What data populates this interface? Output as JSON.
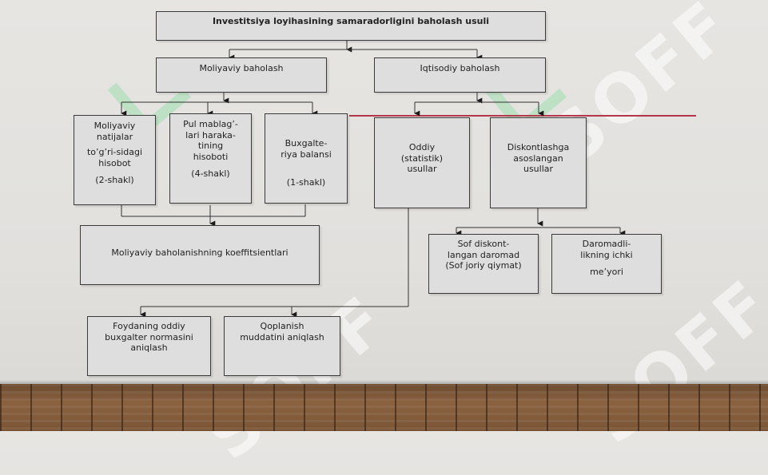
{
  "title": "Investitsiya loyihasining samaradorligini baholash usuli",
  "level1": {
    "financial": "Moliyaviy baholash",
    "economic": "Iqtisodiy baholash"
  },
  "financial_reports": [
    {
      "lines": [
        "Moliyaviy",
        "natijalar",
        "to’g’ri-sidagi",
        "hisobot",
        "(2-shakl)"
      ]
    },
    {
      "lines": [
        "Pul mablag’-",
        "lari haraka-",
        "tining",
        "hisoboti",
        "(4-shakl)"
      ]
    },
    {
      "lines": [
        "Buxgalte-",
        "riya balansi",
        "(1-shakl)"
      ]
    }
  ],
  "economic_methods": [
    {
      "lines": [
        "Oddiy",
        "(statistik)",
        "usullar"
      ]
    },
    {
      "lines": [
        "Diskontlashga",
        "asoslangan",
        "usullar"
      ]
    }
  ],
  "coefficients": "Moliyaviy baholanishning koeffitsientlari",
  "discounted_methods": [
    {
      "lines": [
        "Sof diskont-",
        "langan daromad",
        "(Sof joriy qiymat)"
      ]
    },
    {
      "lines": [
        "Daromadli-",
        "likning ichki",
        "me’yori"
      ]
    }
  ],
  "simple_methods": [
    {
      "lines": [
        "Foydaning oddiy",
        "buxgalter normasini",
        "aniqlash"
      ]
    },
    {
      "lines": [
        "Qoplanish",
        "muddatini aniqlash"
      ]
    }
  ],
  "watermark": "SOFF"
}
